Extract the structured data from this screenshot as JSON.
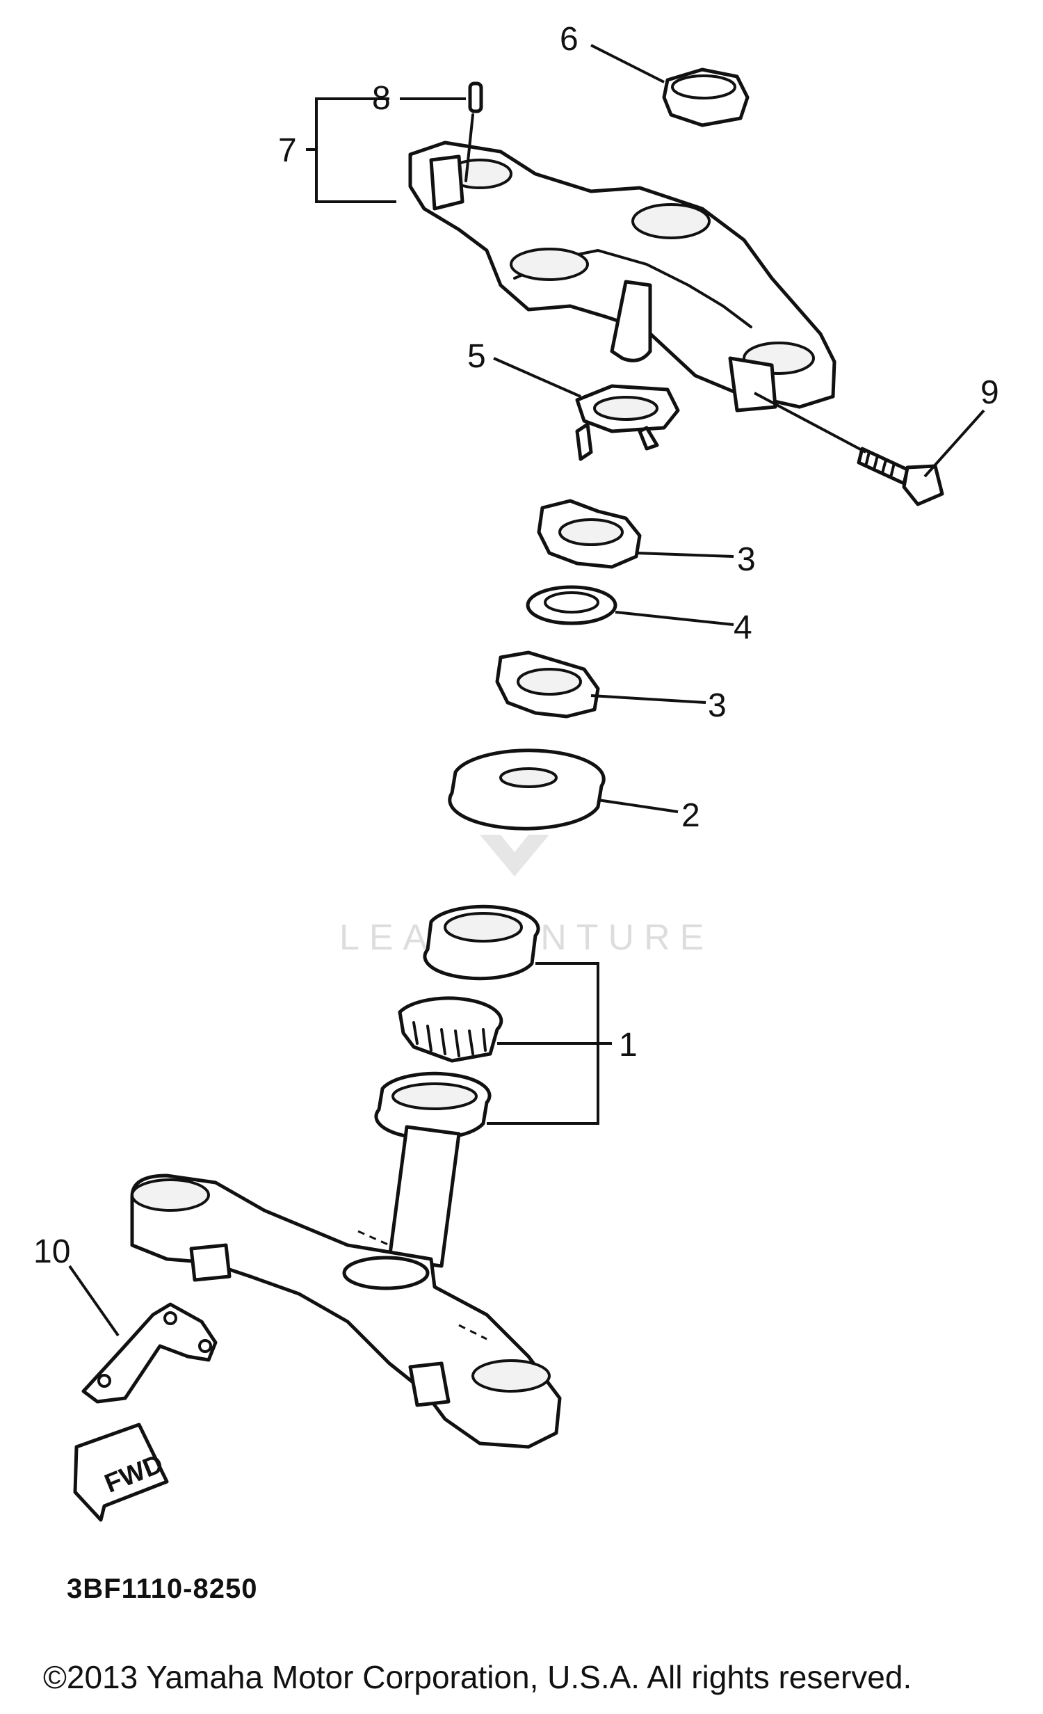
{
  "callouts": {
    "c1": "1",
    "c2": "2",
    "c3a": "3",
    "c3b": "3",
    "c4": "4",
    "c5": "5",
    "c6": "6",
    "c7": "7",
    "c8": "8",
    "c9": "9",
    "c10": "10"
  },
  "forward_arrow": {
    "label": "FWD"
  },
  "watermark": {
    "text": "LEADVENTURE"
  },
  "footer": {
    "part_code": "3BF1110-8250",
    "copyright": "©2013 Yamaha Motor Corporation, U.S.A. All rights reserved."
  }
}
